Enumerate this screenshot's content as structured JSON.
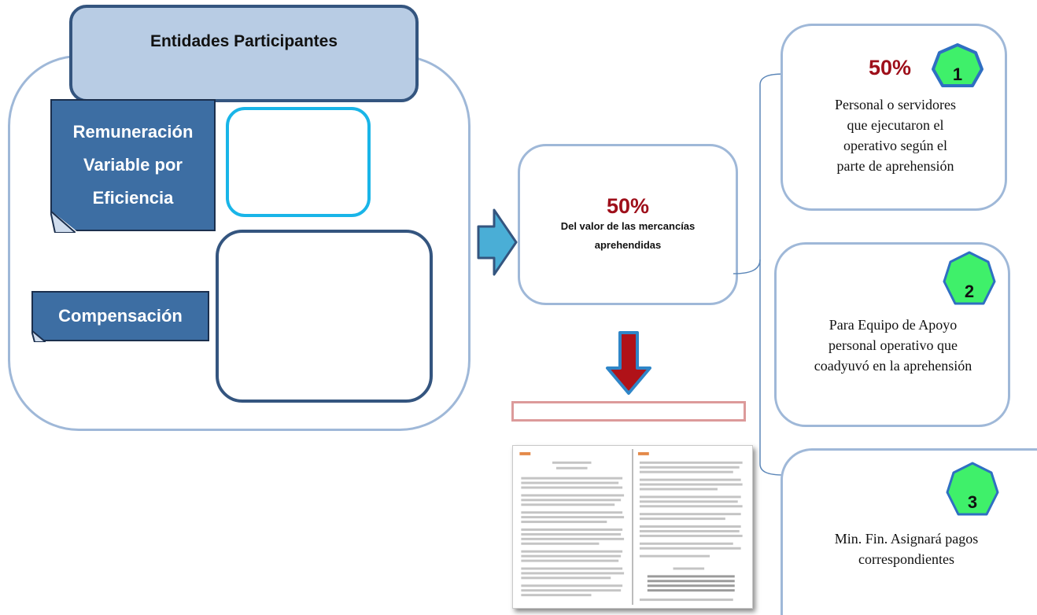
{
  "left_panel": {
    "title": "Entidades Participantes",
    "remuneracion_lines": [
      "Remuneración",
      "Variable por",
      "Eficiencia"
    ],
    "compensacion": "Compensación"
  },
  "center": {
    "percent": "50%",
    "text_lines": [
      "Del valor de las mercancías",
      "aprehendidas"
    ]
  },
  "right_boxes": [
    {
      "number": "1",
      "percent": "50%",
      "text_lines": [
        "Personal o servidores",
        "que ejecutaron el",
        "operativo según el",
        "parte de aprehensión"
      ]
    },
    {
      "number": "2",
      "text_lines": [
        "Para Equipo de Apoyo",
        "personal operativo que",
        "coadyuvó en la aprehensión"
      ]
    },
    {
      "number": "3",
      "text_lines": [
        "Min. Fin. Asignará pagos",
        "correspondientes"
      ]
    }
  ],
  "colors": {
    "frame": "#9fb8d8",
    "navy": "#34557f",
    "label_fill": "#3d6ea3",
    "title_fill": "#b8cce4",
    "cyan": "#19b5e8",
    "percent_red": "#9e0f1a",
    "arrow_right": "#4aaed6",
    "arrow_down": "#b01218",
    "heptagon_green": "#3ff06a"
  }
}
